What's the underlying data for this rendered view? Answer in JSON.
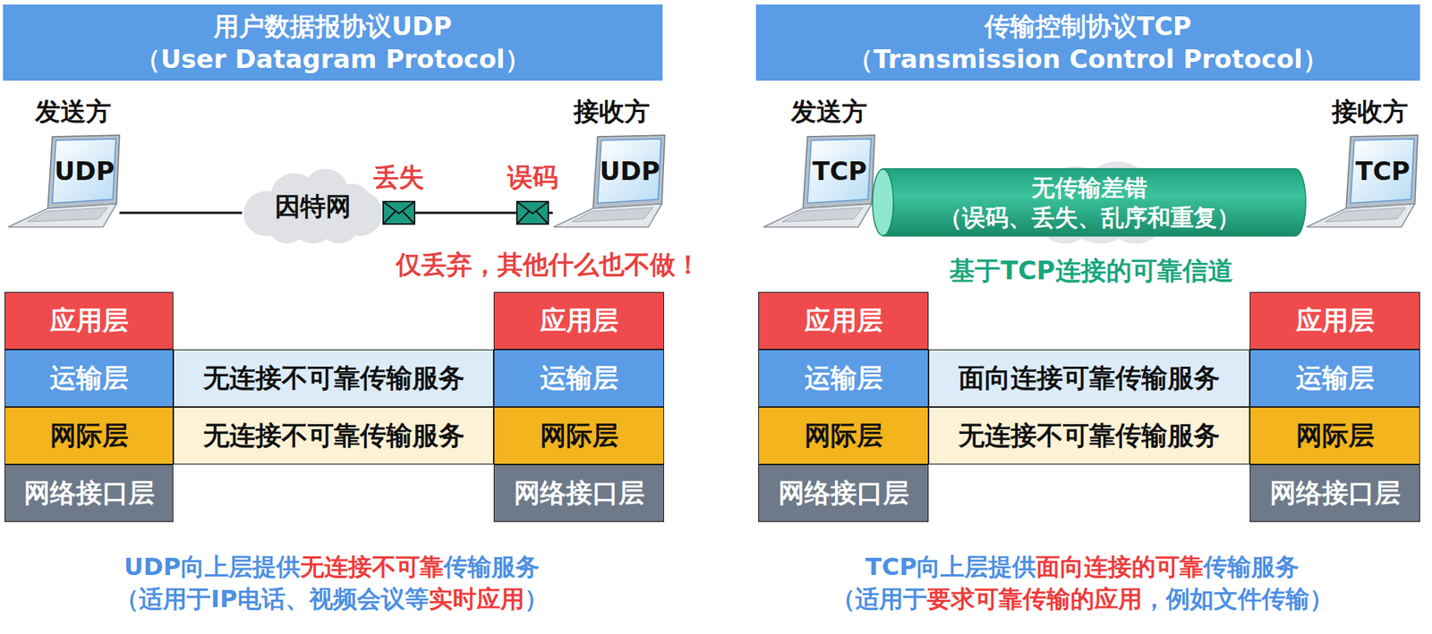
{
  "diagram": {
    "nodes": [
      {
        "text": [
          "用户数据报协议UDP",
          "（User Datagram Protocol）"
        ]
      },
      {
        "text": [
          "UDP"
        ]
      },
      {
        "text": [
          "因特网"
        ]
      },
      {
        "text": [
          "UDP"
        ]
      },
      {
        "text": [
          "应用层"
        ]
      },
      {
        "text": [
          "应用层"
        ]
      },
      {
        "text": [
          "运输层"
        ]
      },
      {
        "text": [
          "无连接不可靠传输服务"
        ]
      },
      {
        "text": [
          "运输层"
        ]
      },
      {
        "text": [
          "网际层"
        ]
      },
      {
        "text": [
          "无连接不可靠传输服务"
        ]
      },
      {
        "text": [
          "网际层"
        ]
      },
      {
        "text": [
          "网络接口层"
        ]
      },
      {
        "text": [
          "网络接口层"
        ]
      },
      {
        "text": [
          "传输控制协议TCP",
          "（Transmission Control Protocol）"
        ]
      },
      {
        "text": [
          "TCP"
        ]
      },
      {
        "text": [
          "无传输差错",
          "（误码、丢失、乱序和重复）"
        ]
      },
      {
        "text": [
          "TCP"
        ]
      },
      {
        "text": [
          "应用层"
        ]
      },
      {
        "text": [
          "应用层"
        ]
      },
      {
        "text": [
          "运输层"
        ]
      },
      {
        "text": [
          "面向连接可靠传输服务"
        ]
      },
      {
        "text": [
          "运输层"
        ]
      },
      {
        "text": [
          "网际层"
        ]
      },
      {
        "text": [
          "无连接不可靠传输服务"
        ]
      },
      {
        "text": [
          "网际层"
        ]
      },
      {
        "text": [
          "网络接口层"
        ]
      },
      {
        "text": [
          "网络接口层"
        ]
      }
    ],
    "edges": [
      {
        "from": 1,
        "to": 2,
        "arrow": "none"
      },
      {
        "from": 2,
        "to": 3,
        "arrow": "none"
      }
    ],
    "labels": [
      "发送方",
      "接收方",
      "丢失",
      "误码",
      "仅丢弃，其他什么也不做！",
      "UDP向上层提供",
      "无连接不可靠",
      "传输服务",
      "（适用于IP电话、视频会议等",
      "实时应用",
      "）",
      "发送方",
      "接收方",
      "基于TCP连接的可靠信道",
      "TCP向上层提供",
      "面向连接的可靠",
      "传输服务",
      "（适用于",
      "要求可靠传输的应用",
      "，例如文件传输）"
    ]
  }
}
